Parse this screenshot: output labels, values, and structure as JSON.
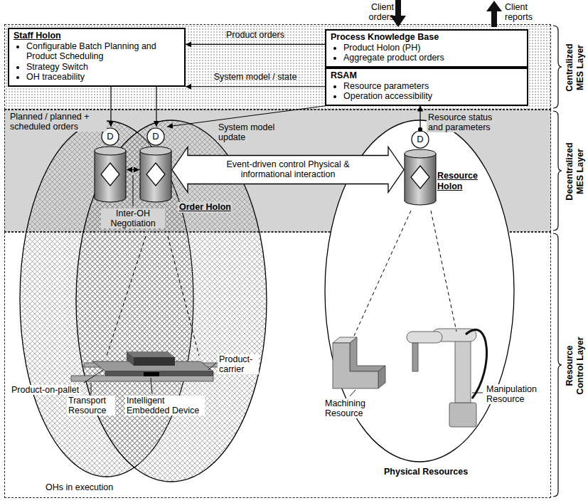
{
  "diagram": {
    "nodes": [
      {
        "text": [
          "Centralized MES Layer"
        ]
      },
      {
        "text": [
          "Staff Holon",
          "Configurable Batch Planning and Product Scheduling",
          "Strategy Switch",
          "OH traceability"
        ],
        "in": 0
      },
      {
        "text": [
          "Process Knowledge Base",
          "Product Holon (PH)",
          "Aggregate product orders"
        ],
        "in": 0
      },
      {
        "text": [
          "RSAM",
          "Resource parameters",
          "Operation accessibility"
        ],
        "in": 0
      },
      {
        "text": [
          "Decentralized MES Layer"
        ]
      },
      {
        "text": [
          "Resource Control Layer"
        ]
      },
      {
        "text": [
          "Order Holon"
        ]
      },
      {
        "text": [
          "Resource Holon"
        ]
      },
      {
        "text": [
          "D"
        ]
      },
      {
        "text": [
          "D"
        ],
        "in": 6
      },
      {
        "text": [
          "D"
        ],
        "in": 7
      }
    ],
    "edges": [
      {
        "from": 2,
        "to": 1,
        "label": "Product orders",
        "arrow": "to"
      },
      {
        "from": 3,
        "to": 1,
        "label": "System model / state",
        "arrow": "to"
      },
      {
        "from": 1,
        "to": 8,
        "arrow": "to"
      },
      {
        "from": 1,
        "to": 9,
        "label": "Planned / planned + scheduled orders",
        "arrow": "to"
      },
      {
        "from": 3,
        "to": 9,
        "label": "System model update",
        "arrow": "to"
      },
      {
        "from": 10,
        "to": 3,
        "label": "Resource status and parameters",
        "arrow": "to"
      },
      {
        "from": 8,
        "to": 9,
        "label": "Inter-OH Negotiation",
        "arrow": "both"
      },
      {
        "from": 9,
        "to": 10,
        "label": "Event-driven control Physical & informational interaction",
        "arrow": "both"
      }
    ],
    "labels": [
      "Client orders",
      "Client reports",
      "Product-on-pallet",
      "Transport Resource",
      "Intelligent Embedded Device",
      "Product-carrier",
      "Machining Resource",
      "Manipulation Resource",
      "Physical Resources",
      "OHs in execution"
    ]
  }
}
